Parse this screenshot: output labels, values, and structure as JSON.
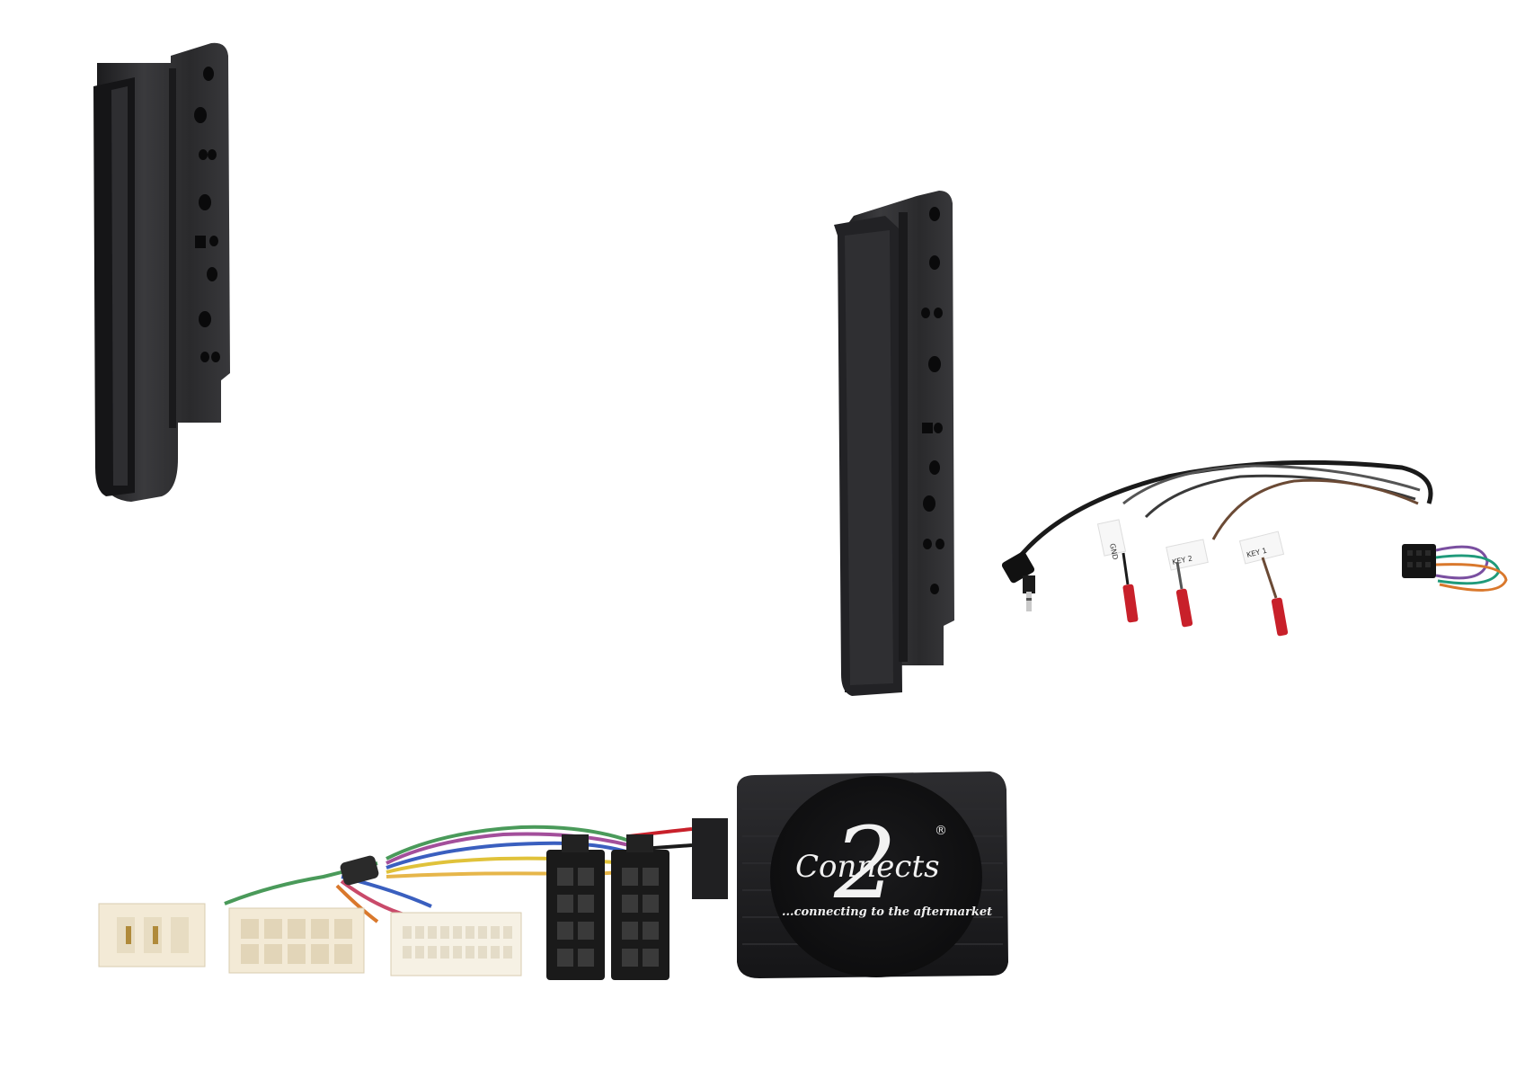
{
  "product": {
    "brand_logo_text": "Connects",
    "brand_logo_number": "2",
    "registered_mark": "®",
    "tagline": "...connecting to the aftermarket"
  },
  "wire_tags": [
    {
      "label": "GND"
    },
    {
      "label": "KEY 2"
    },
    {
      "label": "KEY 1"
    }
  ],
  "colors": {
    "background": "#ffffff",
    "bracket": "#2b2b2d",
    "interface_box": "#1e1e20",
    "terminal_red": "#c8202a",
    "connector_white": "#f3ead6"
  }
}
